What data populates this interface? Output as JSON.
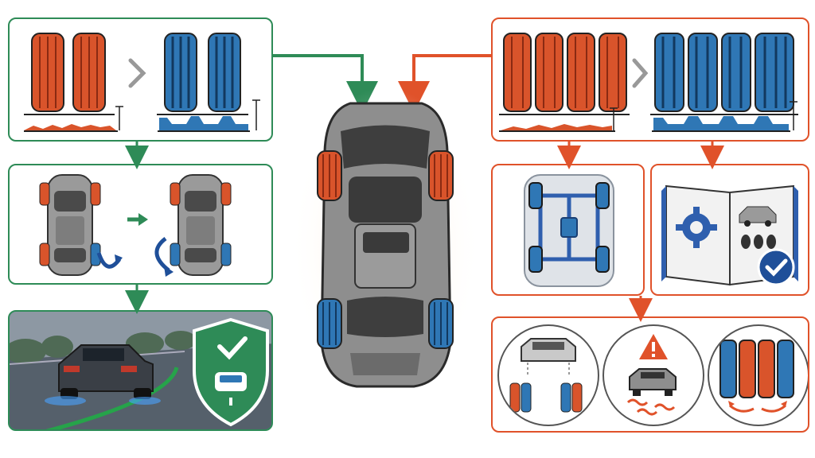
{
  "colors": {
    "green": "#2e8b57",
    "orange": "#e0522a",
    "worn_tire": "#d9542b",
    "new_tire": "#2f77b5",
    "car_body": "#8e8e8e",
    "road_green": "#26a34a"
  },
  "icons": {
    "compare_arrow": "chevron-right-icon",
    "rotate": "rotate-arrow-icon",
    "shield": "shield-check-icon",
    "manual": "manual-book-icon",
    "gear": "gear-icon",
    "checkmark": "check-circle-icon",
    "warning": "warning-triangle-icon",
    "swap": "swap-arrows-icon"
  },
  "left_flow": {
    "top": {
      "worn_count": 2,
      "new_count": 2,
      "label": ""
    },
    "middle": {
      "label": ""
    },
    "bottom": {
      "label": ""
    }
  },
  "right_flow": {
    "top": {
      "worn_count": 4,
      "new_count": 4
    },
    "drivetrain": {
      "label": ""
    },
    "manual": {
      "label": ""
    },
    "issues": [
      "alignment",
      "skid",
      "mismatch"
    ]
  }
}
